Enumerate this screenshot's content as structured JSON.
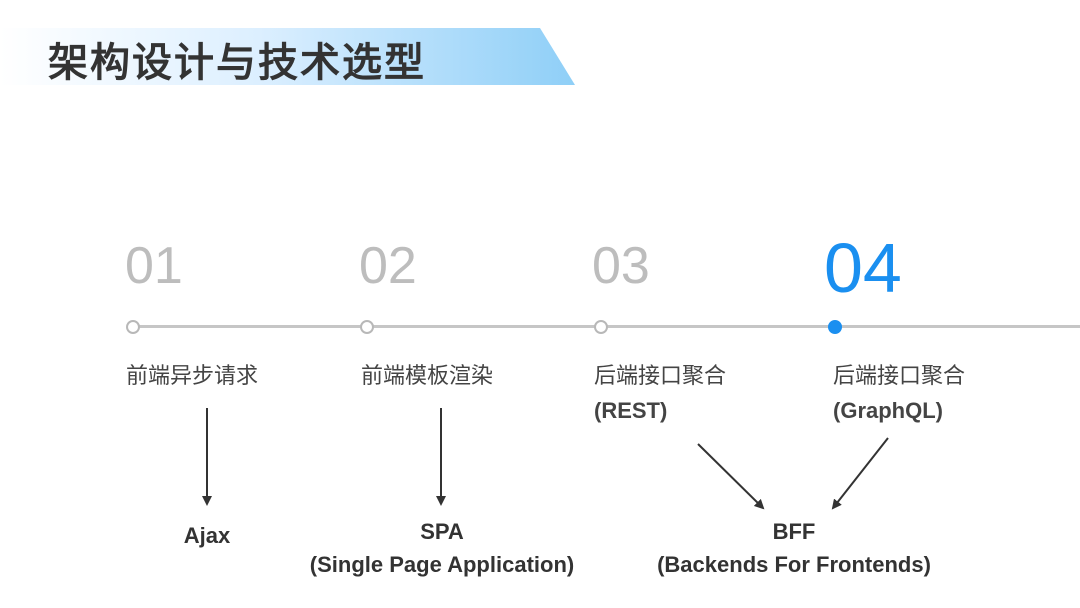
{
  "title": "架构设计与技术选型",
  "colors": {
    "accent": "#1a8ff0",
    "inactive_number": "#bdbdbd",
    "line": "#c6c6c6",
    "text": "#444444"
  },
  "steps": [
    {
      "number": "01",
      "label": "前端异步请求",
      "sub": "",
      "active": false
    },
    {
      "number": "02",
      "label": "前端模板渲染",
      "sub": "",
      "active": false
    },
    {
      "number": "03",
      "label": "后端接口聚合",
      "sub": "(REST)",
      "active": false
    },
    {
      "number": "04",
      "label": "后端接口聚合",
      "sub": "(GraphQL)",
      "active": true
    }
  ],
  "results": [
    {
      "name": "Ajax",
      "full": ""
    },
    {
      "name": "SPA",
      "full": "(Single Page Application)"
    },
    {
      "name": "BFF",
      "full": "(Backends For Frontends)"
    }
  ]
}
